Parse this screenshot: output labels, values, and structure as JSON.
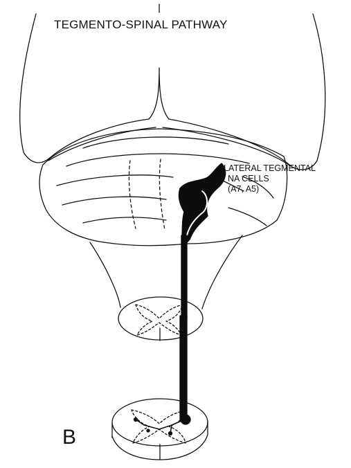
{
  "figure": {
    "title": "TEGMENTO-SPINAL PATHWAY",
    "annotation_lines": [
      "LATERAL TEGMENTAL",
      "NA CELLS",
      "(A7, A5)"
    ],
    "panel_letter": "B"
  },
  "colors": {
    "stroke": "#111111",
    "fill_pathway": "#0d0d0d",
    "background": "#ffffff"
  }
}
